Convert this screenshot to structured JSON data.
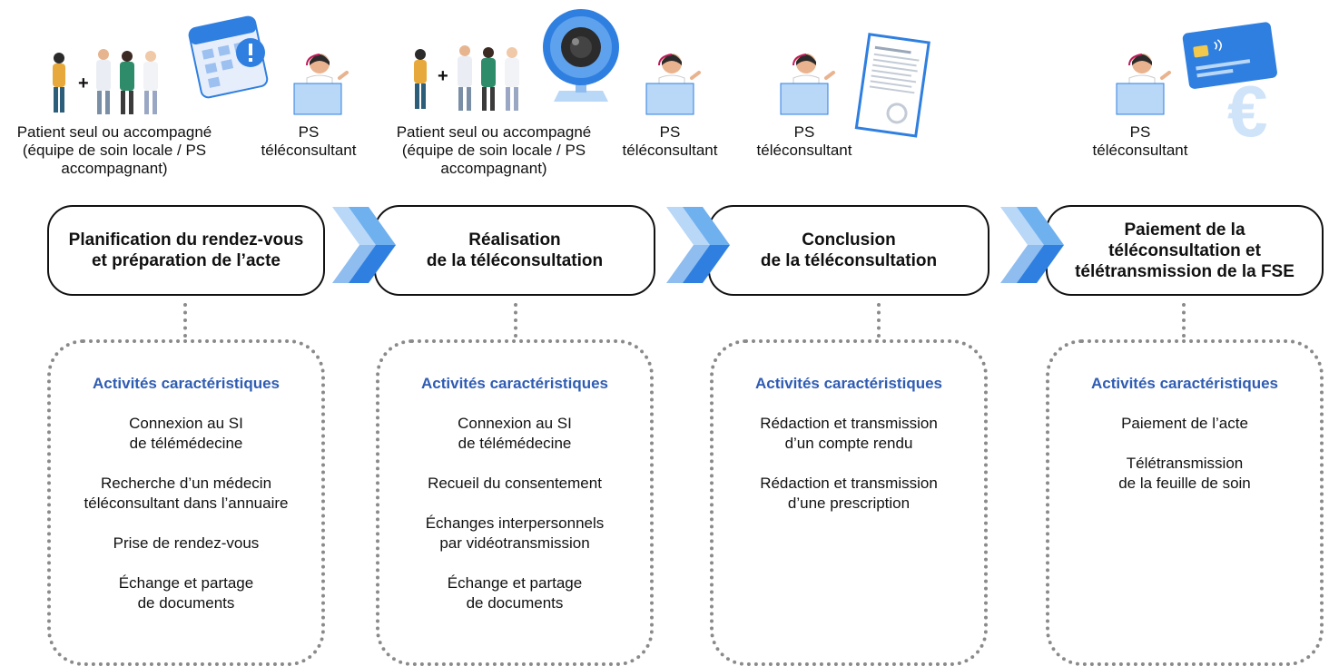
{
  "actors": [
    {
      "id": "patient-1",
      "label": "Patient seul ou accompagné\n(équipe de soin locale / PS\naccompagnant)"
    },
    {
      "id": "ps-1",
      "label": "PS\ntéléconsultant"
    },
    {
      "id": "patient-2",
      "label": "Patient seul ou accompagné\n(équipe de soin locale / PS\naccompagnant)"
    },
    {
      "id": "ps-2",
      "label": "PS\ntéléconsultant"
    },
    {
      "id": "ps-3",
      "label": "PS\ntéléconsultant"
    },
    {
      "id": "ps-4",
      "label": "PS\ntéléconsultant"
    }
  ],
  "stages": [
    {
      "title": "Planification du rendez-vous\net préparation de l’acte",
      "activities_title": "Activités caractéristiques",
      "activities": [
        "Connexion au SI\nde télémédecine",
        "Recherche d’un médecin\ntéléconsultant dans l’annuaire",
        "Prise de rendez-vous",
        "Échange et partage\nde documents"
      ]
    },
    {
      "title": "Réalisation\nde la téléconsultation",
      "activities_title": "Activités caractéristiques",
      "activities": [
        "Connexion au SI\nde télémédecine",
        "Recueil du consentement",
        "Échanges interpersonnels\npar vidéotransmission",
        "Échange et partage\nde documents"
      ]
    },
    {
      "title": "Conclusion\nde la téléconsultation",
      "activities_title": "Activités caractéristiques",
      "activities": [
        "Rédaction et transmission\nd’un compte rendu",
        "Rédaction et transmission\nd’une prescription"
      ]
    },
    {
      "title": "Paiement de la\ntéléconsultation et\ntélétransmission de la FSE",
      "activities_title": "Activités caractéristiques",
      "activities": [
        "Paiement de l’acte",
        "Télétransmission\nde la feuille de soin"
      ]
    }
  ],
  "colors": {
    "accent_blue": "#2f5cb3",
    "chevron_light": "#b9d7f7",
    "chevron_mid": "#6fb0ef",
    "chevron_dark": "#2f7fe0",
    "dotted_gray": "#8a8a8a"
  },
  "icons": [
    "care-team-icon",
    "calendar-alert-icon",
    "doctor-laptop-icon",
    "webcam-icon",
    "document-icon",
    "credit-card-icon",
    "euro-icon"
  ]
}
